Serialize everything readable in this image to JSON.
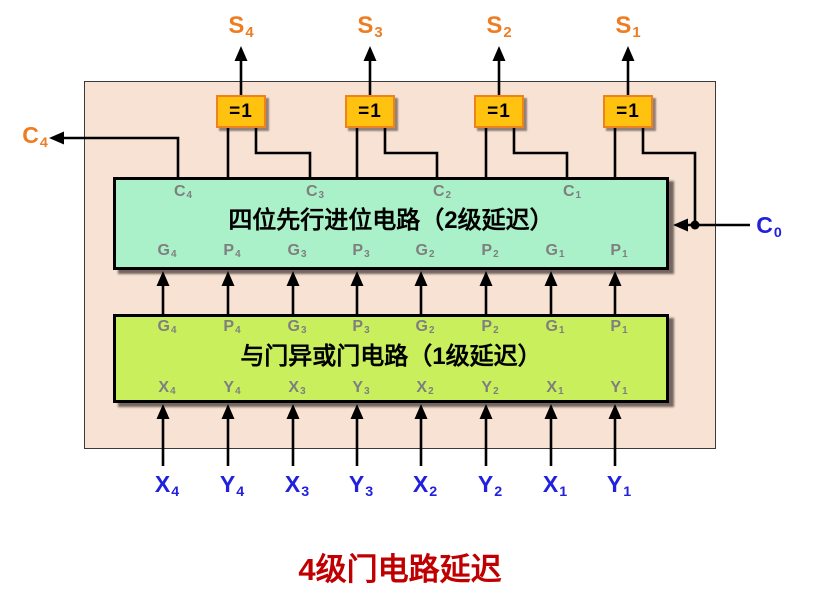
{
  "caption": "4级门电路延迟",
  "xor_gate_label": "=1",
  "sum_outputs": [
    {
      "base": "S",
      "sub": "4"
    },
    {
      "base": "S",
      "sub": "3"
    },
    {
      "base": "S",
      "sub": "2"
    },
    {
      "base": "S",
      "sub": "1"
    }
  ],
  "carry_out": {
    "base": "C",
    "sub": "4"
  },
  "carry_in": {
    "base": "C",
    "sub": "0"
  },
  "cla_box": {
    "title": "四位先行进位电路（2级延迟）",
    "top_ports": [
      {
        "base": "C",
        "sub": "4"
      },
      {
        "base": "C",
        "sub": "3"
      },
      {
        "base": "C",
        "sub": "2"
      },
      {
        "base": "C",
        "sub": "1"
      }
    ],
    "bottom_ports": [
      {
        "base": "G",
        "sub": "4"
      },
      {
        "base": "P",
        "sub": "4"
      },
      {
        "base": "G",
        "sub": "3"
      },
      {
        "base": "P",
        "sub": "3"
      },
      {
        "base": "G",
        "sub": "2"
      },
      {
        "base": "P",
        "sub": "2"
      },
      {
        "base": "G",
        "sub": "1"
      },
      {
        "base": "P",
        "sub": "1"
      }
    ]
  },
  "gp_box": {
    "title": "与门异或门电路（1级延迟）",
    "top_ports": [
      {
        "base": "G",
        "sub": "4"
      },
      {
        "base": "P",
        "sub": "4"
      },
      {
        "base": "G",
        "sub": "3"
      },
      {
        "base": "P",
        "sub": "3"
      },
      {
        "base": "G",
        "sub": "2"
      },
      {
        "base": "P",
        "sub": "2"
      },
      {
        "base": "G",
        "sub": "1"
      },
      {
        "base": "P",
        "sub": "1"
      }
    ],
    "bottom_ports": [
      {
        "base": "X",
        "sub": "4"
      },
      {
        "base": "Y",
        "sub": "4"
      },
      {
        "base": "X",
        "sub": "3"
      },
      {
        "base": "Y",
        "sub": "3"
      },
      {
        "base": "X",
        "sub": "2"
      },
      {
        "base": "Y",
        "sub": "2"
      },
      {
        "base": "X",
        "sub": "1"
      },
      {
        "base": "Y",
        "sub": "1"
      }
    ]
  },
  "inputs": [
    {
      "base": "X",
      "sub": "4"
    },
    {
      "base": "Y",
      "sub": "4"
    },
    {
      "base": "X",
      "sub": "3"
    },
    {
      "base": "Y",
      "sub": "3"
    },
    {
      "base": "X",
      "sub": "2"
    },
    {
      "base": "Y",
      "sub": "2"
    },
    {
      "base": "X",
      "sub": "1"
    },
    {
      "base": "Y",
      "sub": "1"
    }
  ],
  "colors": {
    "background": "#FFFFFF",
    "panel_fill": "#F8E2D3",
    "cla_box_fill": "#AAF0C8",
    "gp_box_fill": "#C9EF5D",
    "xor_fill": "#FFC20E",
    "xor_border": "#F0821E",
    "sum_label_orange": "#EE7D22",
    "io_label_blue": "#2020DD",
    "port_label_gray": "#7F7F7F",
    "caption_red": "#C00000",
    "wire_black": "#000000"
  }
}
